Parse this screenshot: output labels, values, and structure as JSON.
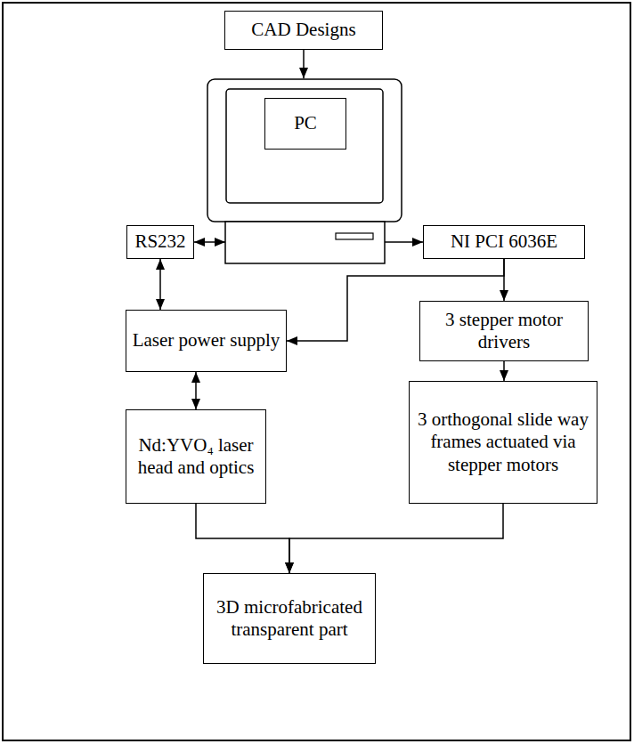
{
  "diagram": {
    "nodes": [
      {
        "text": [
          "CAD Designs"
        ]
      },
      {
        "text": [
          "PC"
        ]
      },
      {
        "text": [
          "RS232"
        ]
      },
      {
        "text": [
          "NI PCI 6036E"
        ]
      },
      {
        "text": [
          "Laser power supply"
        ]
      },
      {
        "text": [
          "3 stepper motor drivers"
        ]
      },
      {
        "text": [
          "Nd:YVO₄ laser head and optics"
        ]
      },
      {
        "text": [
          "3 orthogonal slide way frames actuated via stepper motors"
        ]
      },
      {
        "text": [
          "3D microfabricated transparent part"
        ]
      }
    ],
    "edges": [
      {
        "from": 0,
        "to": 1,
        "arrow": "to"
      },
      {
        "from": 1,
        "to": 2,
        "arrow": "both"
      },
      {
        "from": 1,
        "to": 3,
        "arrow": "to"
      },
      {
        "from": 2,
        "to": 4,
        "arrow": "both"
      },
      {
        "from": 3,
        "to": 4,
        "arrow": "to"
      },
      {
        "from": 3,
        "to": 5,
        "arrow": "to"
      },
      {
        "from": 4,
        "to": 6,
        "arrow": "both"
      },
      {
        "from": 5,
        "to": 7,
        "arrow": "to"
      },
      {
        "from": 6,
        "to": 8,
        "arrow": "to"
      },
      {
        "from": 7,
        "to": 8,
        "arrow": "to"
      }
    ]
  }
}
